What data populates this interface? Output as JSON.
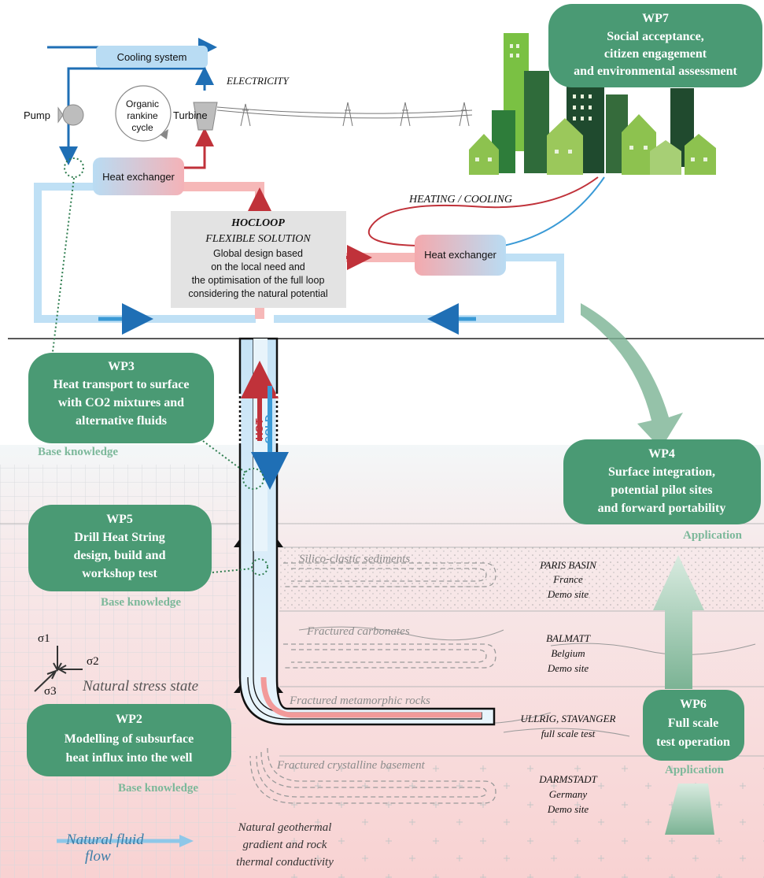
{
  "cycle": {
    "cooling_label": "Cooling system",
    "pump_label": "Pump",
    "orc_line1": "Organic",
    "orc_line2": "rankine",
    "orc_line3": "cycle",
    "turbine_label": "Turbine",
    "heat_exchanger_label": "Heat exchanger",
    "electricity_label": "ELECTRICITY"
  },
  "district": {
    "heating_label": "HEATING / COOLING",
    "heat_exchanger_label": "Heat exchanger"
  },
  "hocloop": {
    "title": "HOCLOOP",
    "subtitle": "FLEXIBLE SOLUTION",
    "line1": "Global design based",
    "line2": "on the local need and",
    "line3": "the optimisation of the full loop",
    "line4": "considering the natural potential"
  },
  "well": {
    "hot_label": "HOT",
    "cold_label": "COLD"
  },
  "work_packages": {
    "wp7": {
      "title": "WP7",
      "lines": [
        "Social acceptance,",
        "citizen engagement",
        "and environmental assessment"
      ]
    },
    "wp3": {
      "title": "WP3",
      "lines": [
        "Heat transport to surface",
        "with CO2 mixtures and",
        "alternative fluids"
      ],
      "tag": "Base knowledge"
    },
    "wp4": {
      "title": "WP4",
      "lines": [
        "Surface integration,",
        "potential pilot sites",
        "and forward portability"
      ],
      "tag": "Application"
    },
    "wp5": {
      "title": "WP5",
      "lines": [
        "Drill Heat String",
        "design, build and",
        "workshop test"
      ],
      "tag": "Base knowledge"
    },
    "wp2": {
      "title": "WP2",
      "lines": [
        "Modelling of subsurface",
        "heat influx into the well"
      ],
      "tag": "Base knowledge"
    },
    "wp6": {
      "title": "WP6",
      "lines": [
        "Full scale",
        "test operation"
      ],
      "tag": "Application"
    }
  },
  "layers": [
    {
      "name": "Silico-clastic sediments",
      "site": "PARIS BASIN",
      "site2": "France",
      "site3": "Demo site"
    },
    {
      "name": "Fractured carbonates",
      "site": "BALMATT",
      "site2": "Belgium",
      "site3": "Demo site"
    },
    {
      "name": "Fractured metamorphic rocks",
      "site": "ULLRIG, STAVANGER",
      "site2": "full scale test",
      "site3": ""
    },
    {
      "name": "Fractured crystalline basement",
      "site": "DARMSTADT",
      "site2": "Germany",
      "site3": "Demo site"
    }
  ],
  "stress": {
    "s1": "σ1",
    "s2": "σ2",
    "s3": "σ3",
    "label": "Natural stress state"
  },
  "flow": {
    "line1": "Natural fluid",
    "line2": "flow"
  },
  "gradient": {
    "line1": "Natural geothermal",
    "line2": "gradient and rock",
    "line3": "thermal conductivity"
  },
  "colors": {
    "wp_green": "#4a9a74",
    "hot": "#c0323a",
    "cold": "#3a9ad6",
    "pipe_blue": "#bfe0f5",
    "pipe_pink": "#f6b8b8",
    "subsurface": "#fbdede",
    "city_green": "#3d8a3c"
  }
}
